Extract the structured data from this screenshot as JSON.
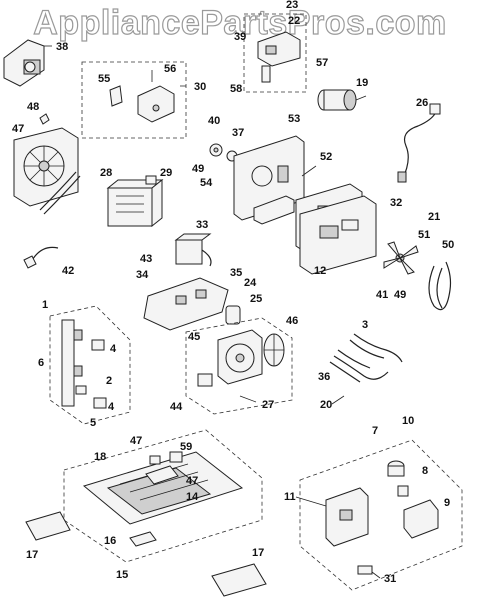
{
  "watermark": {
    "text": "AppliancePartsPros.com"
  },
  "callouts": {
    "c1": "1",
    "c2": "2",
    "c3": "3",
    "c4a": "4",
    "c4b": "4",
    "c5": "5",
    "c6": "6",
    "c7": "7",
    "c8": "8",
    "c9": "9",
    "c10": "10",
    "c11": "11",
    "c12": "12",
    "c14": "14",
    "c15": "15",
    "c16": "16",
    "c17a": "17",
    "c17b": "17",
    "c18": "18",
    "c19": "19",
    "c20": "20",
    "c21": "21",
    "c22": "22",
    "c23": "23",
    "c24": "24",
    "c25": "25",
    "c26": "26",
    "c27": "27",
    "c28": "28",
    "c29": "29",
    "c30": "30",
    "c31": "31",
    "c32": "32",
    "c33": "33",
    "c34": "34",
    "c35": "35",
    "c36": "36",
    "c37": "37",
    "c38": "38",
    "c39": "39",
    "c40": "40",
    "c41": "41",
    "c42": "42",
    "c43": "43",
    "c44": "44",
    "c45": "45",
    "c46": "46",
    "c47a": "47",
    "c47b": "47",
    "c47c": "47",
    "c48": "48",
    "c49a": "49",
    "c49b": "49",
    "c50": "50",
    "c51": "51",
    "c52": "52",
    "c53": "53",
    "c54": "54",
    "c55": "55",
    "c56": "56",
    "c57": "57",
    "c58": "58",
    "c59": "59"
  }
}
